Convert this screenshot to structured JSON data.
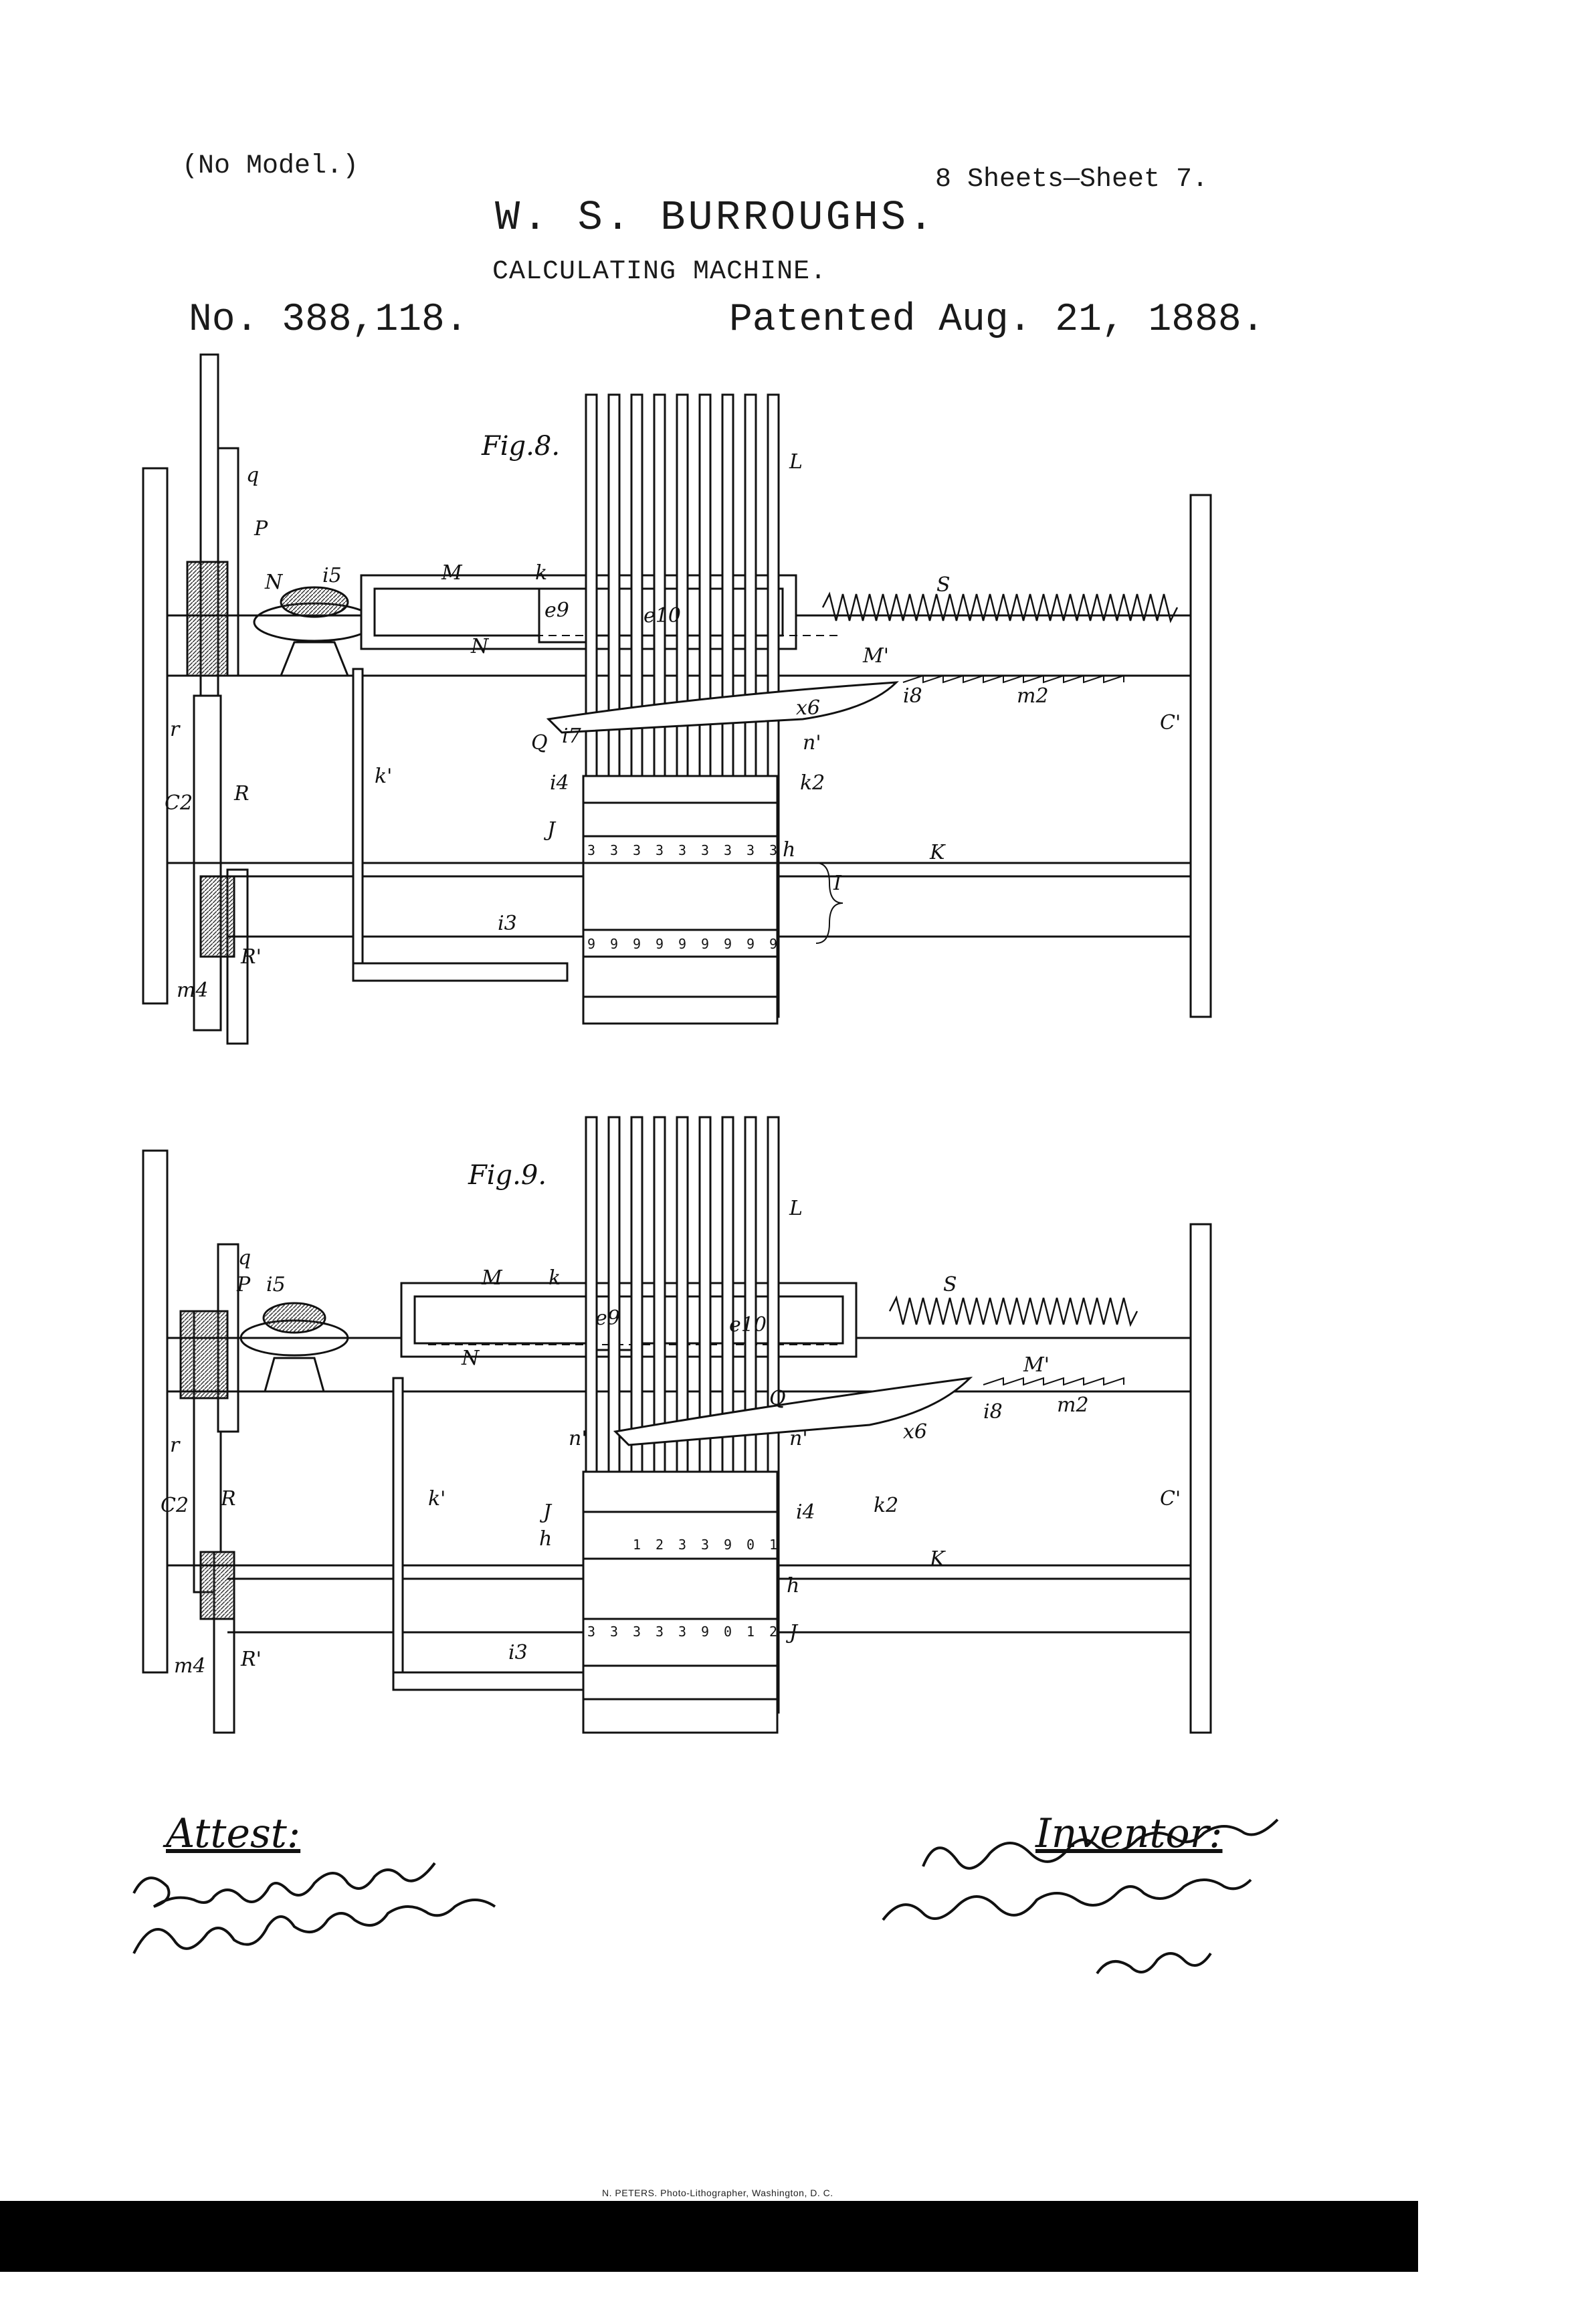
{
  "header": {
    "no_model": "(No Model.)",
    "sheets": "8 Sheets—Sheet 7.",
    "inventor": "W. S. BURROUGHS.",
    "title": "CALCULATING MACHINE.",
    "patent_no": "No. 388,118.",
    "patent_date": "Patented Aug. 21, 1888."
  },
  "figures": [
    {
      "label": "Fig.8.",
      "labels": [
        "L",
        "q",
        "P",
        "N",
        "i5",
        "M",
        "k",
        "e9",
        "e10",
        "S",
        "N",
        "M'",
        "i8",
        "m2",
        "C'",
        "i7",
        "Q",
        "x6",
        "n'",
        "r",
        "k'",
        "i4",
        "k2",
        "C2",
        "R",
        "J",
        "h",
        "K",
        "I",
        "i3",
        "R'",
        "m4"
      ],
      "digits_upper": [
        "3",
        "3",
        "3",
        "3",
        "3",
        "3",
        "3",
        "3",
        "3"
      ],
      "digits_lower": [
        "9",
        "9",
        "9",
        "9",
        "9",
        "9",
        "9",
        "9",
        "9"
      ]
    },
    {
      "label": "Fig.9.",
      "labels": [
        "L",
        "q",
        "P",
        "i5",
        "M",
        "k",
        "e9",
        "e10",
        "S",
        "N",
        "M'",
        "Q",
        "i8",
        "m2",
        "n'",
        "n'",
        "x6",
        "r",
        "C'",
        "J",
        "k'",
        "h",
        "i4",
        "k2",
        "C2",
        "R",
        "h",
        "K",
        "i3",
        "J",
        "m4",
        "R'"
      ],
      "digits_upper": [
        "1",
        "2",
        "3",
        "3",
        "9",
        "0",
        "1"
      ],
      "digits_lower": [
        "3",
        "3",
        "3",
        "3",
        "3",
        "9",
        "0",
        "1",
        "2"
      ]
    }
  ],
  "attest": {
    "label": "Attest:"
  },
  "inventor_block": {
    "label": "Inventor:"
  },
  "printer": "N. PETERS. Photo-Lithographer, Washington, D. C."
}
